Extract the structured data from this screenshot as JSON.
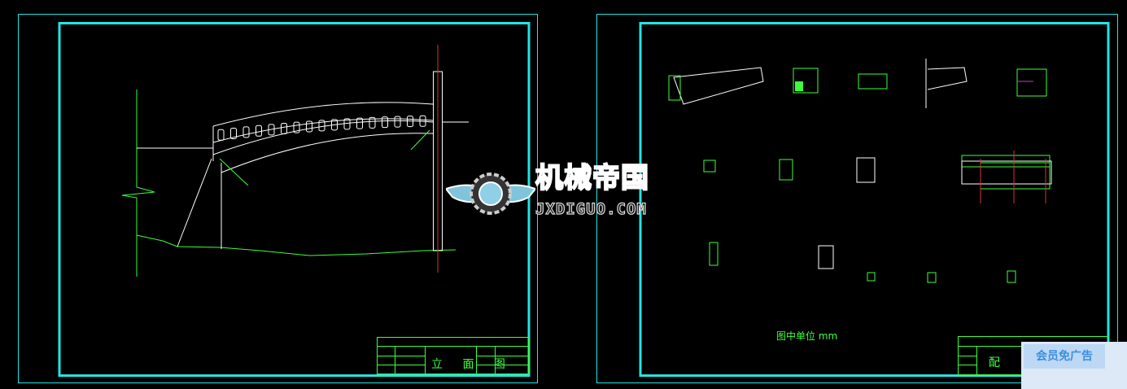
{
  "sheets": [
    {
      "title_block_header": "",
      "drawing_title": "立 面 图"
    },
    {
      "drawing_title": "配",
      "units_note": "图中单位 mm"
    }
  ],
  "watermark": {
    "chinese": "机械帝国",
    "domain": "JXDIGUO.COM"
  },
  "ad_button": {
    "label": "会员免广告"
  },
  "colors": {
    "background": "#000000",
    "frame": "#22e4e4",
    "annotation": "#3cff3c",
    "geometry": "#ffffff",
    "centerline": "#e03030",
    "ad_background": "#dde9f7",
    "ad_text": "#3a8fe0"
  }
}
